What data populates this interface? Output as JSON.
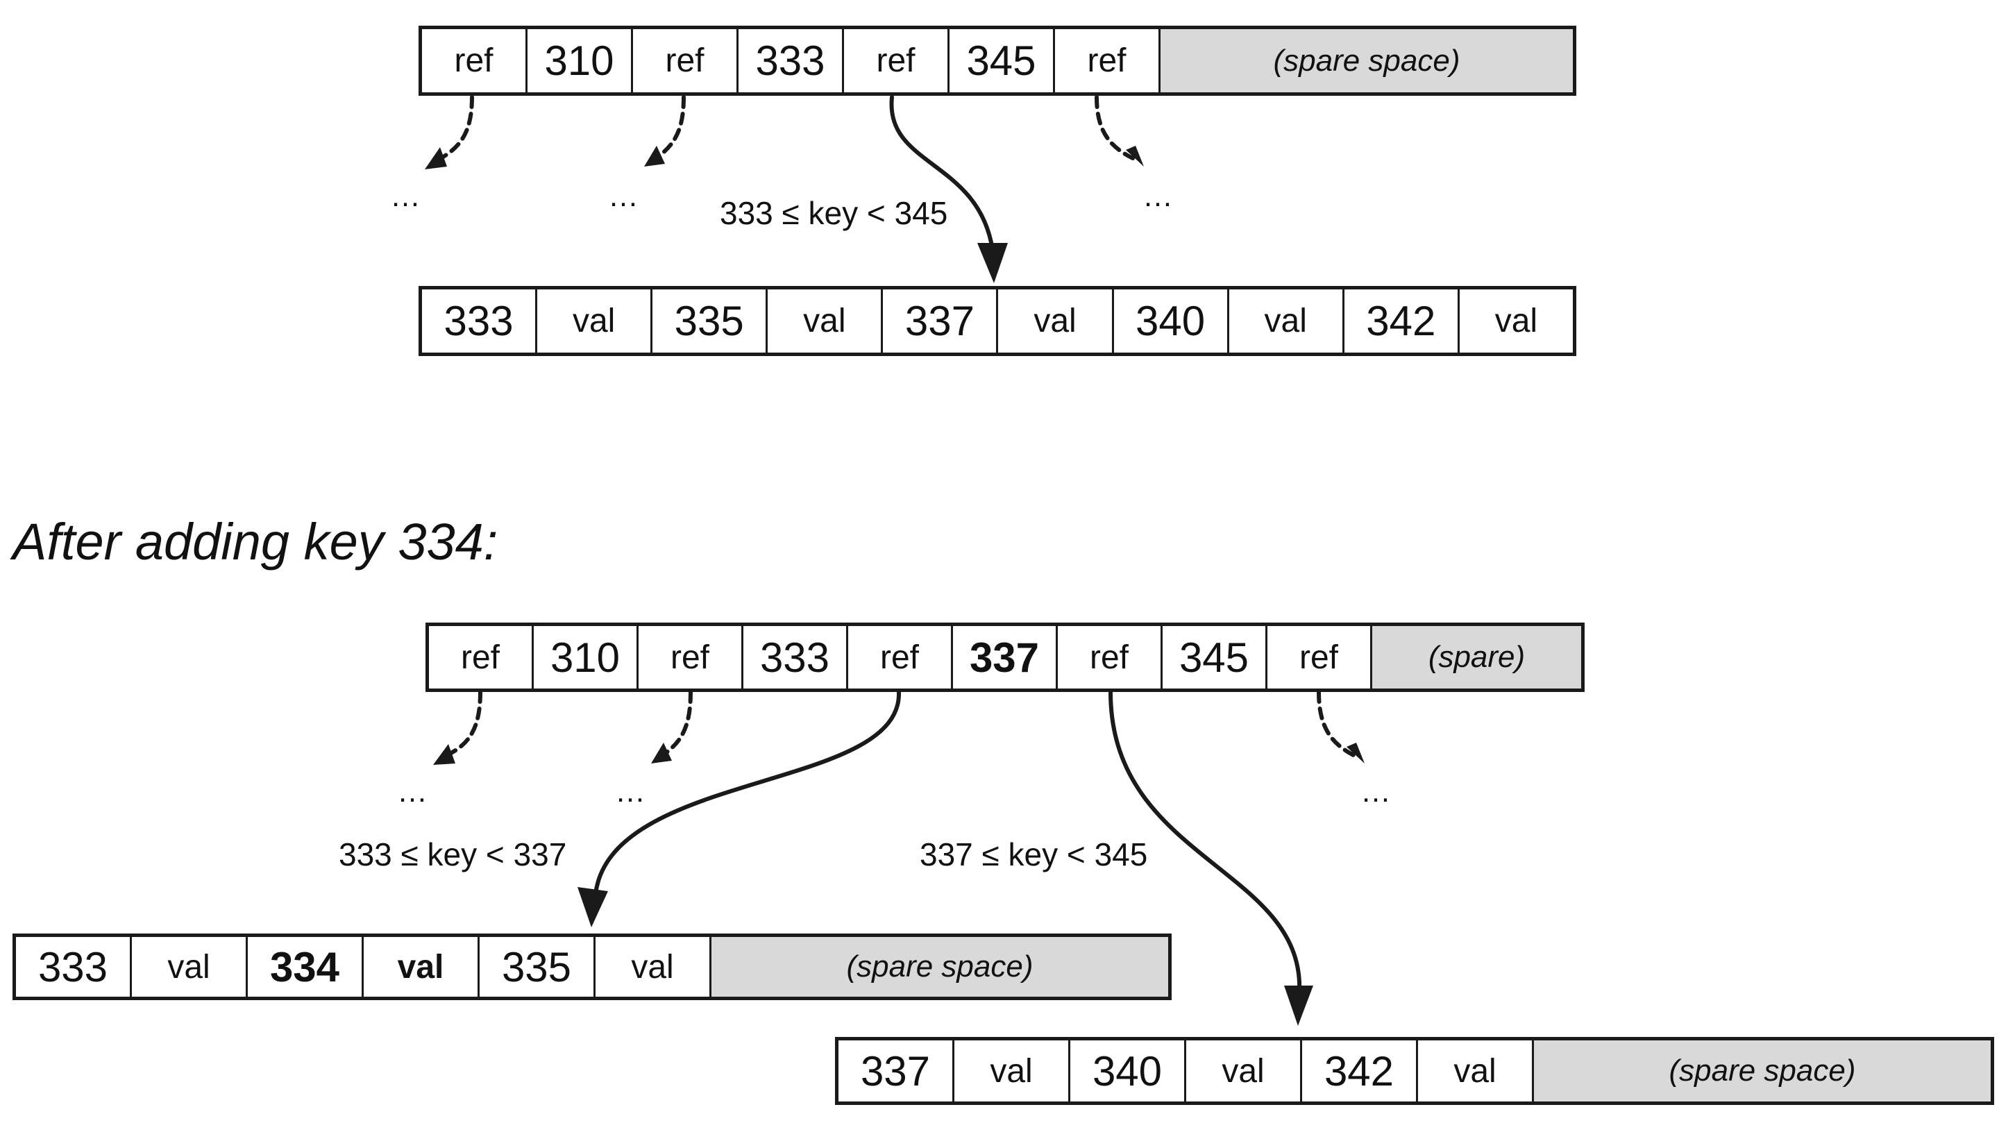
{
  "top_tree": {
    "root_page": [
      "ref",
      "310",
      "ref",
      "333",
      "ref",
      "345",
      "ref",
      "(spare space)"
    ],
    "leaf_page": [
      "333",
      "val",
      "335",
      "val",
      "337",
      "val",
      "340",
      "val",
      "342",
      "val"
    ],
    "range_label": "333 ≤ key < 345",
    "ellipsis": "…"
  },
  "heading": "After adding key 334:",
  "bottom_tree": {
    "root_page": [
      "ref",
      "310",
      "ref",
      "333",
      "ref",
      "337",
      "ref",
      "345",
      "ref",
      "(spare)"
    ],
    "left_leaf_page": [
      "333",
      "val",
      "334",
      "val",
      "335",
      "val",
      "(spare space)"
    ],
    "right_leaf_page": [
      "337",
      "val",
      "340",
      "val",
      "342",
      "val",
      "(spare space)"
    ],
    "left_range_label": "333 ≤ key < 337",
    "right_range_label": "337 ≤ key < 345",
    "ellipsis": "…",
    "new_entries": [
      "337",
      "334",
      "val"
    ]
  }
}
